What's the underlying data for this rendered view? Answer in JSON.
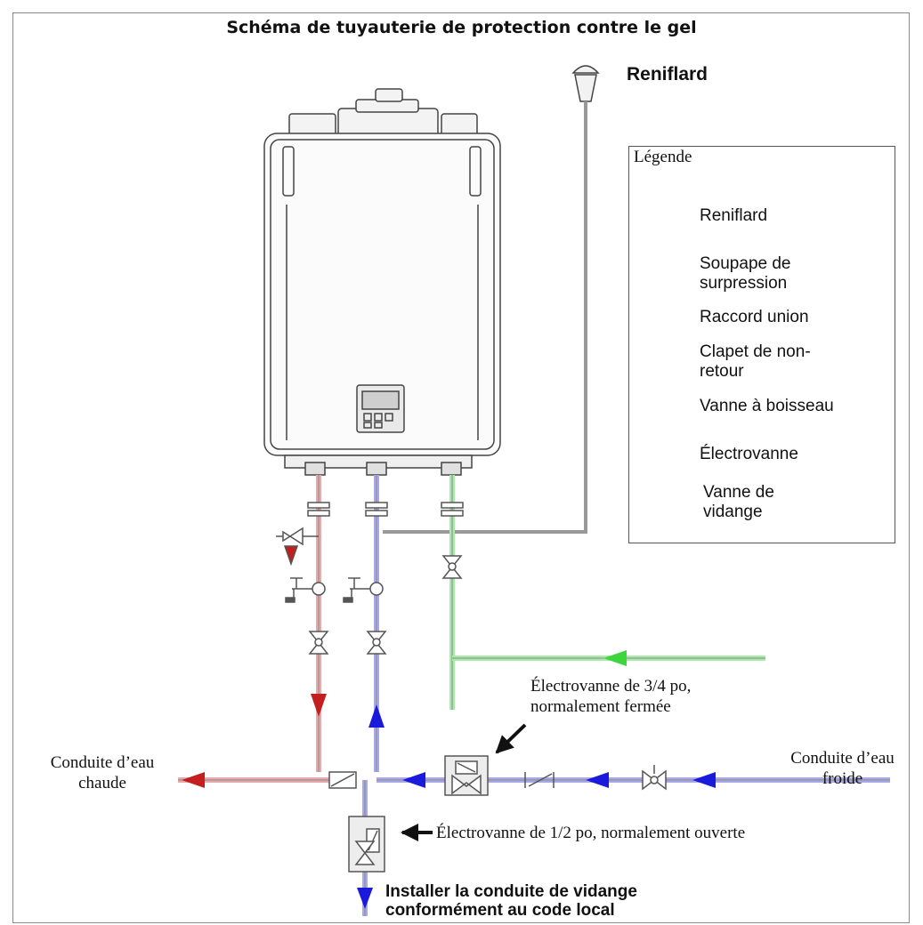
{
  "title": "Schéma de tuyauterie de protection contre le gel",
  "reniflard_label": "Reniflard",
  "legend": {
    "title": "Légende",
    "items": [
      {
        "icon": "vent-cap-icon",
        "label": "Reniflard"
      },
      {
        "icon": "pressure-relief-valve-icon",
        "label": "Soupape de surpression"
      },
      {
        "icon": "union-fitting-icon",
        "label": "Raccord union"
      },
      {
        "icon": "check-valve-icon",
        "label": "Clapet de non-retour"
      },
      {
        "icon": "ball-valve-icon",
        "label": "Vanne à boisseau"
      },
      {
        "icon": "solenoid-valve-icon",
        "label": "Électrovanne"
      },
      {
        "icon": "drain-valve-icon",
        "label": "Vanne de vidange"
      }
    ]
  },
  "callouts": {
    "valve_34": "Électrovanne de 3/4 po, normalement fermée",
    "valve_12": "Électrovanne de 1/2 po, normalement ouverte",
    "hot_line": "Conduite d’eau chaude",
    "cold_line": "Conduite d’eau froide",
    "drain_line": "Installer la conduite de vidange conformément au code local"
  },
  "colors": {
    "hot": "#d0302c",
    "cold": "#1a1adb",
    "recirc": "#3dd63d",
    "pipe_hot": "#e8aaaa",
    "pipe_cold": "#a9a9e8",
    "pipe_green": "#a9ecaa",
    "outline": "#555555"
  }
}
